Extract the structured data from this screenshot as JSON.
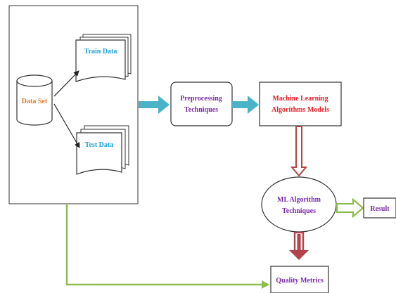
{
  "nodes": {
    "dataset": {
      "label": "Data Set",
      "color": "#e07a2e"
    },
    "train": {
      "label": "Train Data",
      "color": "#1aa3d8"
    },
    "test": {
      "label": "Test Data",
      "color": "#1aa3d8"
    },
    "preprocessing": {
      "line1": "Preprocessing",
      "line2": "Techniques",
      "color": "#7a2aa8"
    },
    "ml_models": {
      "line1": "Machine Learning",
      "line2": "Algorithms Models",
      "color": "#e0202a"
    },
    "ml_techniques": {
      "line1": "ML Algorithm",
      "line2": "Techniques",
      "color": "#7a2aa8"
    },
    "result": {
      "label": "Result",
      "color": "#7a2aa8"
    },
    "quality": {
      "label": "Quality Metrics",
      "color": "#7a2aa8"
    }
  },
  "colors": {
    "outline": "#333333",
    "blue_arrow": "#4bb3c6",
    "red_arrow": "#b3424a",
    "green_arrow": "#8bbd4c"
  }
}
